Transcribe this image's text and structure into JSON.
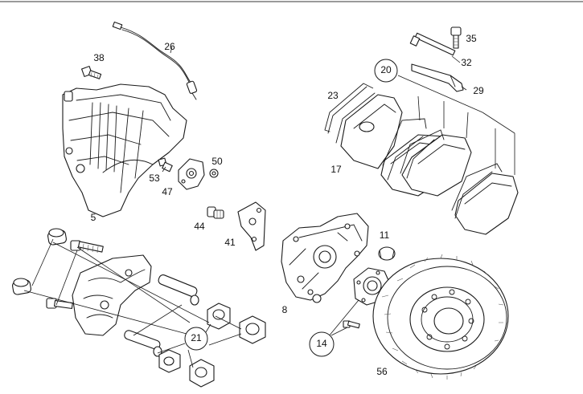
{
  "diagram": {
    "colors": {
      "line": "#1a1a1a",
      "background": "#ffffff",
      "frame": "#9a9a9a"
    },
    "parts": [
      {
        "number": "26",
        "name": "wear-sensor-cable"
      },
      {
        "number": "38",
        "name": "bolt"
      },
      {
        "number": "35",
        "name": "bolt"
      },
      {
        "number": "32",
        "name": "pin"
      },
      {
        "number": "29",
        "name": "clip"
      },
      {
        "number": "20",
        "name": "pad-kit",
        "circled": true
      },
      {
        "number": "23",
        "name": "spring"
      },
      {
        "number": "17",
        "name": "brake-pad"
      },
      {
        "number": "5",
        "name": "brake-caliper"
      },
      {
        "number": "53",
        "name": "bleed-screw"
      },
      {
        "number": "50",
        "name": "cap"
      },
      {
        "number": "47",
        "name": "bracket"
      },
      {
        "number": "44",
        "name": "fitting"
      },
      {
        "number": "41",
        "name": "plate"
      },
      {
        "number": "11",
        "name": "cap"
      },
      {
        "number": "8",
        "name": "hub-carrier"
      },
      {
        "number": "14",
        "name": "hub-kit",
        "circled": true
      },
      {
        "number": "56",
        "name": "brake-disc"
      },
      {
        "number": "21",
        "name": "guide-kit",
        "circled": true
      }
    ]
  }
}
